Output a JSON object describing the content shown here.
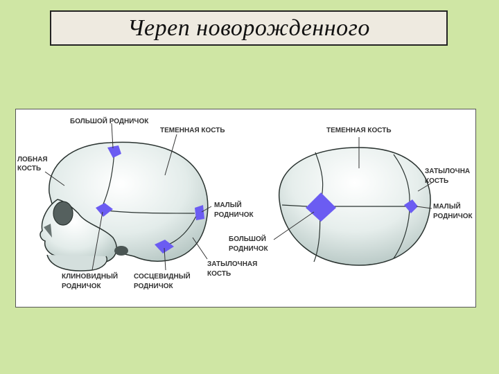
{
  "slide": {
    "title": "Череп новорожденного"
  },
  "colors": {
    "background": "#cfe6a4",
    "bone": "#dfe8e6",
    "fontanelle": "#6b5cf2",
    "outline": "#2a3330"
  },
  "labels": {
    "big_fontanelle_side": "БОЛЬШОЙ РОДНИЧОК",
    "parietal_side": "ТЕМЕННАЯ КОСТЬ",
    "frontal_1": "ЛОБНАЯ",
    "frontal_2": "КОСТЬ",
    "small_fontanelle_side_1": "МАЛЫЙ",
    "small_fontanelle_side_2": "РОДНИЧОК",
    "sphenoid_1": "КЛИНОВИДНЫЙ",
    "sphenoid_2": "РОДНИЧОК",
    "mastoid_1": "СОСЦЕВИДНЫЙ",
    "mastoid_2": "РОДНИЧОК",
    "occipital_side_1": "ЗАТЫЛОЧНАЯ",
    "occipital_side_2": "КОСТЬ",
    "parietal_top": "ТЕМЕННАЯ КОСТЬ",
    "occipital_top_1": "ЗАТЫЛОЧНА",
    "occipital_top_2": "КОСТЬ",
    "big_fontanelle_top_1": "БОЛЬШОЙ",
    "big_fontanelle_top_2": "РОДНИЧОК",
    "small_fontanelle_top_1": "МАЛЫЙ",
    "small_fontanelle_top_2": "РОДНИЧОК"
  }
}
